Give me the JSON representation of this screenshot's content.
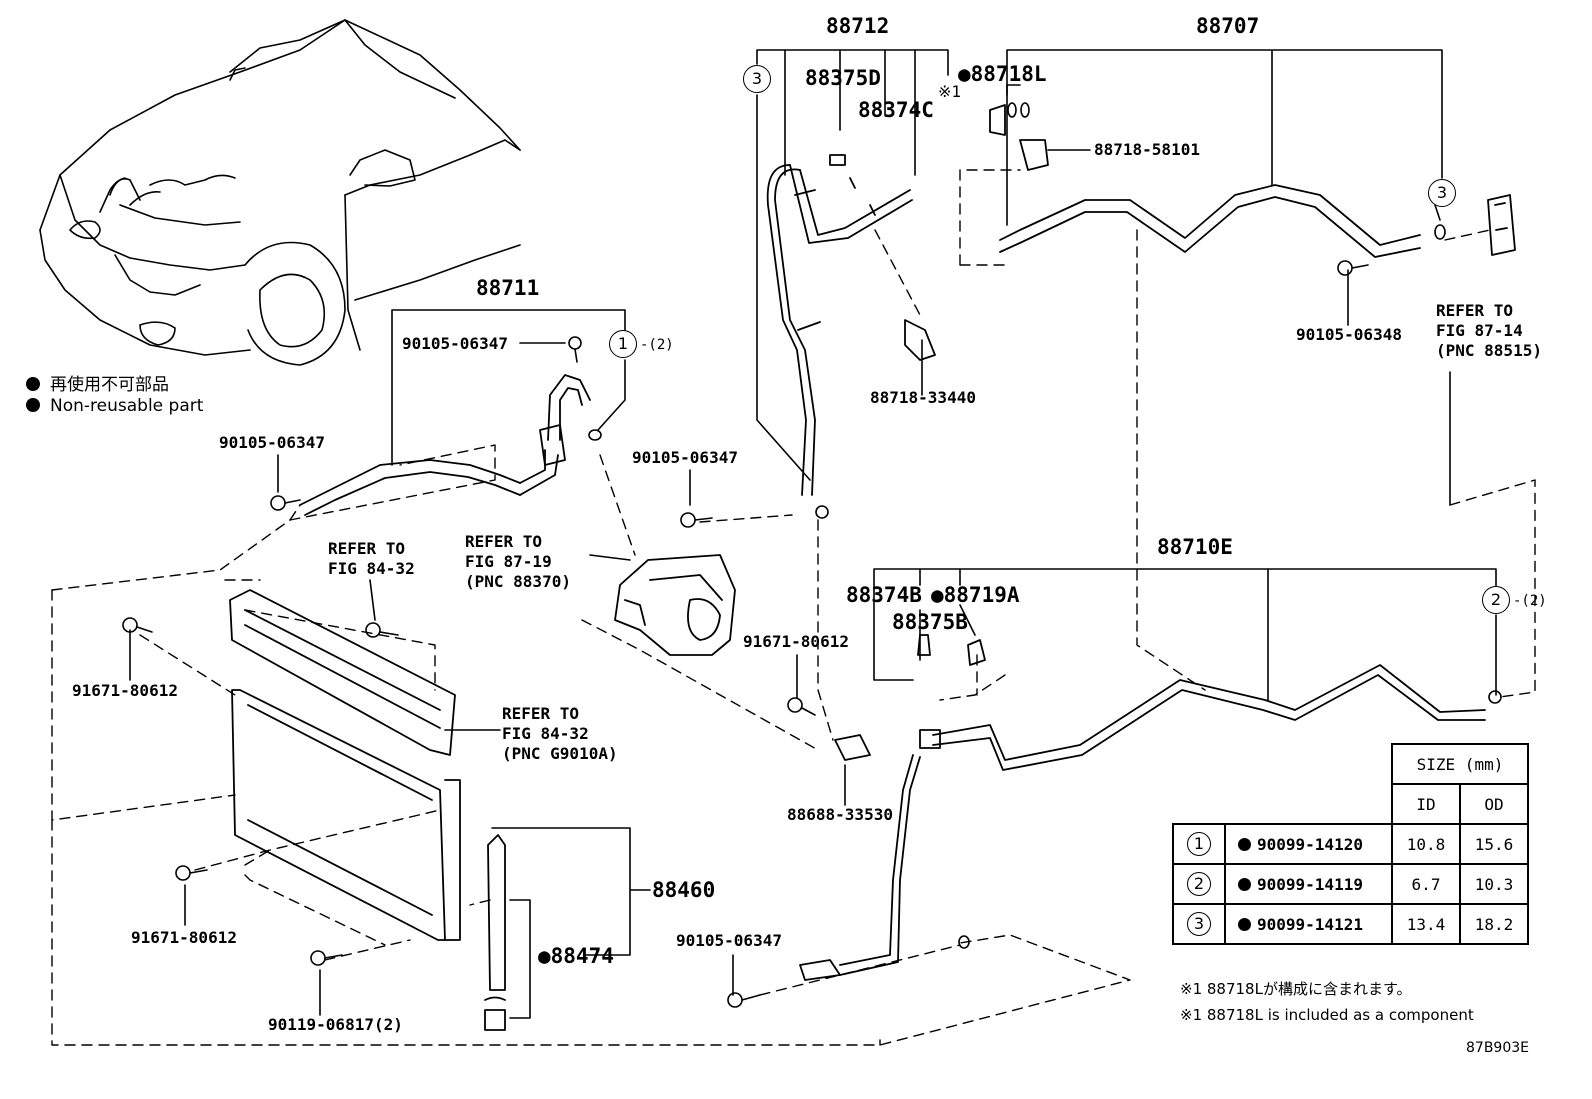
{
  "part_numbers": {
    "p88712": "88712",
    "p88707": "88707",
    "p88375D": "88375D",
    "p88374C": "88374C",
    "p88718L": "●88718L",
    "x1": "※1",
    "p88718_58101": "88718-58101",
    "p88711": "88711",
    "p90105_06347_a": "90105-06347",
    "p90105_06347_b": "90105-06347",
    "p90105_06347_c": "90105-06347",
    "p90105_06347_d": "90105-06347",
    "p90105_06348": "90105-06348",
    "p88718_33440": "88718-33440",
    "p88710E": "88710E",
    "p88374B": "88374B",
    "p88719A": "●88719A",
    "p88375B": "88375B",
    "p91671_80612_a": "91671-80612",
    "p91671_80612_b": "91671-80612",
    "p91671_80612_c": "91671-80612",
    "p88688_33530": "88688-33530",
    "p88460": "88460",
    "p88474": "●88474",
    "p90119_06817": "90119-06817(2)",
    "fig": "87B903E"
  },
  "refs": {
    "r1_l1": "REFER TO",
    "r1_l2": "FIG 87-14",
    "r1_l3": "(PNC 88515)",
    "r2_l1": "REFER TO",
    "r2_l2": "FIG 87-19",
    "r2_l3": "(PNC 88370)",
    "r3_l1": "REFER TO",
    "r3_l2": "FIG 84-32",
    "r4_l1": "REFER TO",
    "r4_l2": "FIG 84-32",
    "r4_l3": "(PNC G9010A)"
  },
  "callouts": {
    "c1": "1",
    "c1_suffix": "-(2)",
    "c2": "2",
    "c2_suffix": "-(2)",
    "c3a": "3",
    "c3b": "3"
  },
  "legend": {
    "jp": "再使用不可部品",
    "en": "Non-reusable part"
  },
  "notes": {
    "jp": "※1 88718Lが構成に含まれます。",
    "en": "※1 88718L is included as a component"
  },
  "size_table": {
    "title": "SIZE (mm)",
    "col_id": "ID",
    "col_od": "OD",
    "rows": [
      {
        "n": "1",
        "part": "90099-14120",
        "id": "10.8",
        "od": "15.6"
      },
      {
        "n": "2",
        "part": "90099-14119",
        "id": "6.7",
        "od": "10.3"
      },
      {
        "n": "3",
        "part": "90099-14121",
        "id": "13.4",
        "od": "18.2"
      }
    ]
  }
}
